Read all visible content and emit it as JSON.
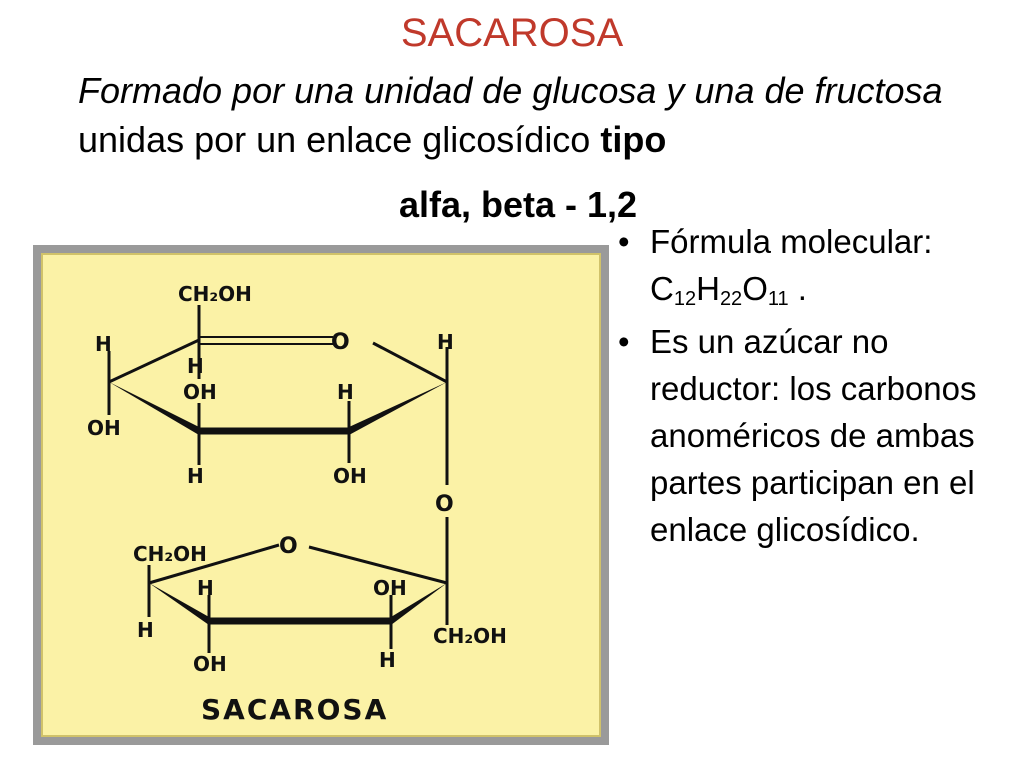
{
  "slide": {
    "title": "SACAROSA",
    "subtitle_italic": "Formado por una unidad de glucosa y una de fructosa",
    "subtitle_normal": " unidas por un enlace glicosídico ",
    "subtitle_bold_1": "tipo",
    "subtitle_bold_2": "alfa, beta - 1,2"
  },
  "diagram": {
    "caption": "SACAROSA",
    "labels": {
      "ch2oh_top": "CH₂OH",
      "o_ring_top": "O",
      "h_top_right": "H",
      "h_top_left": "H",
      "h_c5": "H",
      "oh_c4": "OH",
      "h_c3": "H",
      "oh_c1": "OH",
      "h_c4_bottom": "H",
      "oh_c2_bottom": "OH",
      "o_bridge": "O",
      "ch2oh_bottom_left": "CH₂OH",
      "o_ring_bottom": "O",
      "h_b1": "H",
      "oh_b2": "OH",
      "h_b_left": "H",
      "oh_b_bottom": "OH",
      "h_b_right_bottom": "H",
      "ch2oh_bottom_right": "CH₂OH"
    }
  },
  "bullets": {
    "b1_text": "Fórmula molecular:",
    "formula_c": "C",
    "formula_c_sub": "12",
    "formula_h": "H",
    "formula_h_sub": "22",
    "formula_o": "O",
    "formula_o_sub": "11",
    "formula_end": " .",
    "b2_text": "Es un azúcar no reductor: los carbonos anoméricos de ambas partes participan en el enlace glicosídico."
  }
}
